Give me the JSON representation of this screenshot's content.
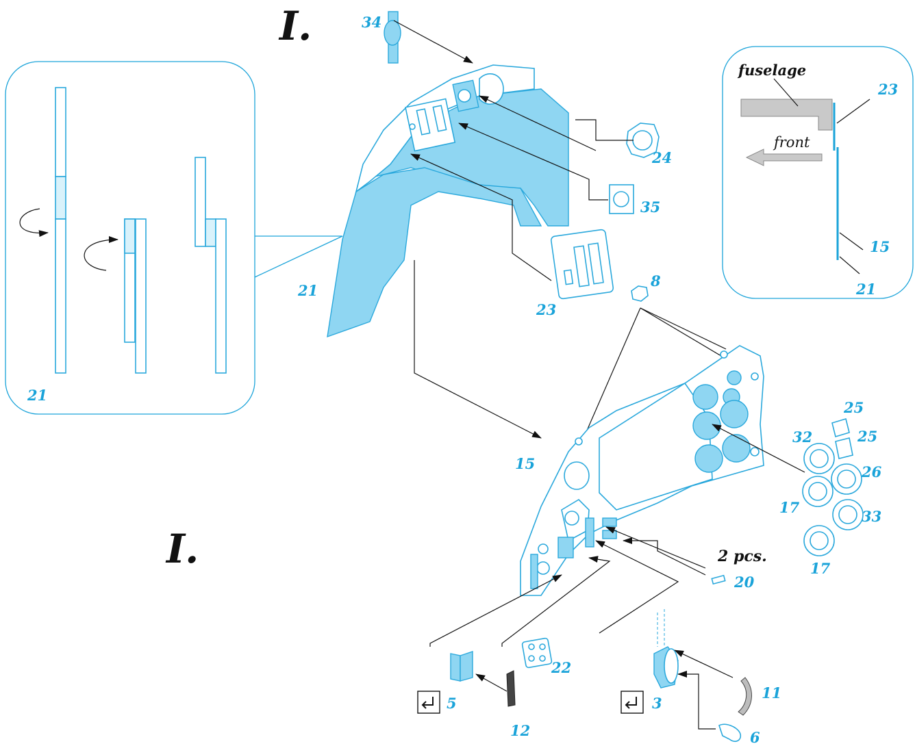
{
  "step_marks": [
    "I.",
    "I."
  ],
  "inset_right": {
    "fuselage_label": "fuselage",
    "front_label": "front",
    "part_23": "23",
    "part_15": "15",
    "part_21": "21"
  },
  "inset_left": {
    "part_21": "21"
  },
  "parts": {
    "p34": "34",
    "p24": "24",
    "p35": "35",
    "p23": "23",
    "p21": "21",
    "p8": "8",
    "p15": "15",
    "p25a": "25",
    "p25b": "25",
    "p32": "32",
    "p26": "26",
    "p17a": "17",
    "p33": "33",
    "p17b": "17",
    "p20": "20",
    "p22": "22",
    "p5": "5",
    "p12": "12",
    "p3": "3",
    "p11": "11",
    "p6": "6"
  },
  "qty_note": "2 pcs.",
  "colors": {
    "part_outline": "#2aa8dc",
    "part_fill": "#8fd6f2",
    "label": "#1aa3d9"
  }
}
